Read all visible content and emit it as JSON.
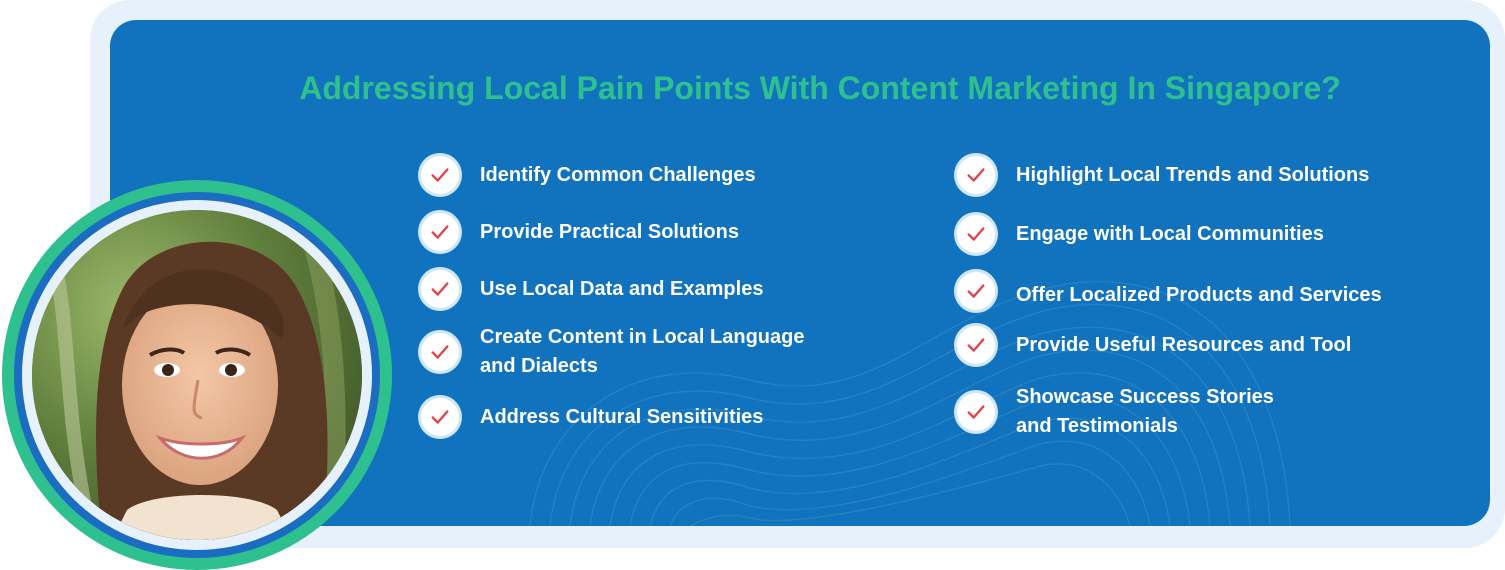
{
  "title": "Addressing Local Pain Points With Content Marketing In Singapore?",
  "left_column": [
    {
      "label": "Identify Common Challenges"
    },
    {
      "label": "Provide Practical Solutions"
    },
    {
      "label": "Use Local Data and Examples"
    },
    {
      "label": "Create Content in Local Language\nand Dialects"
    },
    {
      "label": "Address Cultural Sensitivities"
    }
  ],
  "right_column": [
    {
      "label": "Highlight Local Trends and Solutions"
    },
    {
      "label": "Engage with Local Communities"
    },
    {
      "label": "Offer Localized Products and Services"
    },
    {
      "label": "Provide Useful Resources and Tool"
    },
    {
      "label": "Showcase Success Stories\nand Testimonials"
    }
  ],
  "icons": {
    "check": "checkmark-icon",
    "avatar": "person-photo"
  },
  "colors": {
    "panel": "#1173bd",
    "title": "#2ec08f",
    "check_mark": "#e0444a",
    "ring": "#2ec08f",
    "frame": "#e6f1fb"
  }
}
